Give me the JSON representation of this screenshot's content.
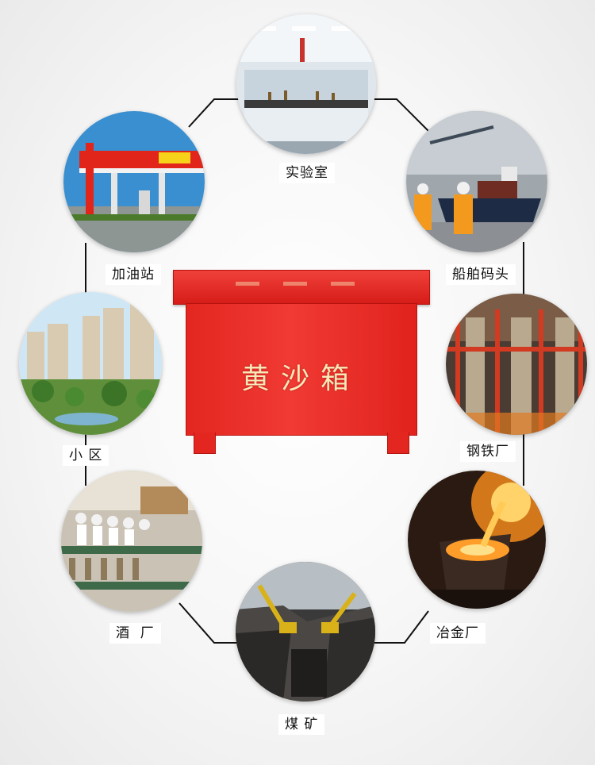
{
  "center": {
    "product_label": "黄沙箱",
    "box_color": "#e32620",
    "label_color": "#f8e8b8"
  },
  "applications": [
    {
      "id": "lab",
      "label": "实验室",
      "icon": "laboratory-photo"
    },
    {
      "id": "port",
      "label": "船舶码头",
      "icon": "ship-dock-photo"
    },
    {
      "id": "steel",
      "label": "钢铁厂",
      "icon": "steel-mill-photo"
    },
    {
      "id": "metallurgy",
      "label": "冶金厂",
      "icon": "metallurgy-photo"
    },
    {
      "id": "coal",
      "label": "煤 矿",
      "icon": "coal-mine-photo"
    },
    {
      "id": "brewery",
      "label": "酒  厂",
      "icon": "brewery-photo"
    },
    {
      "id": "community",
      "label": "小 区",
      "icon": "residential-photo"
    },
    {
      "id": "gas",
      "label": "加油站",
      "icon": "gas-station-photo"
    }
  ],
  "connector_color": "#111111"
}
